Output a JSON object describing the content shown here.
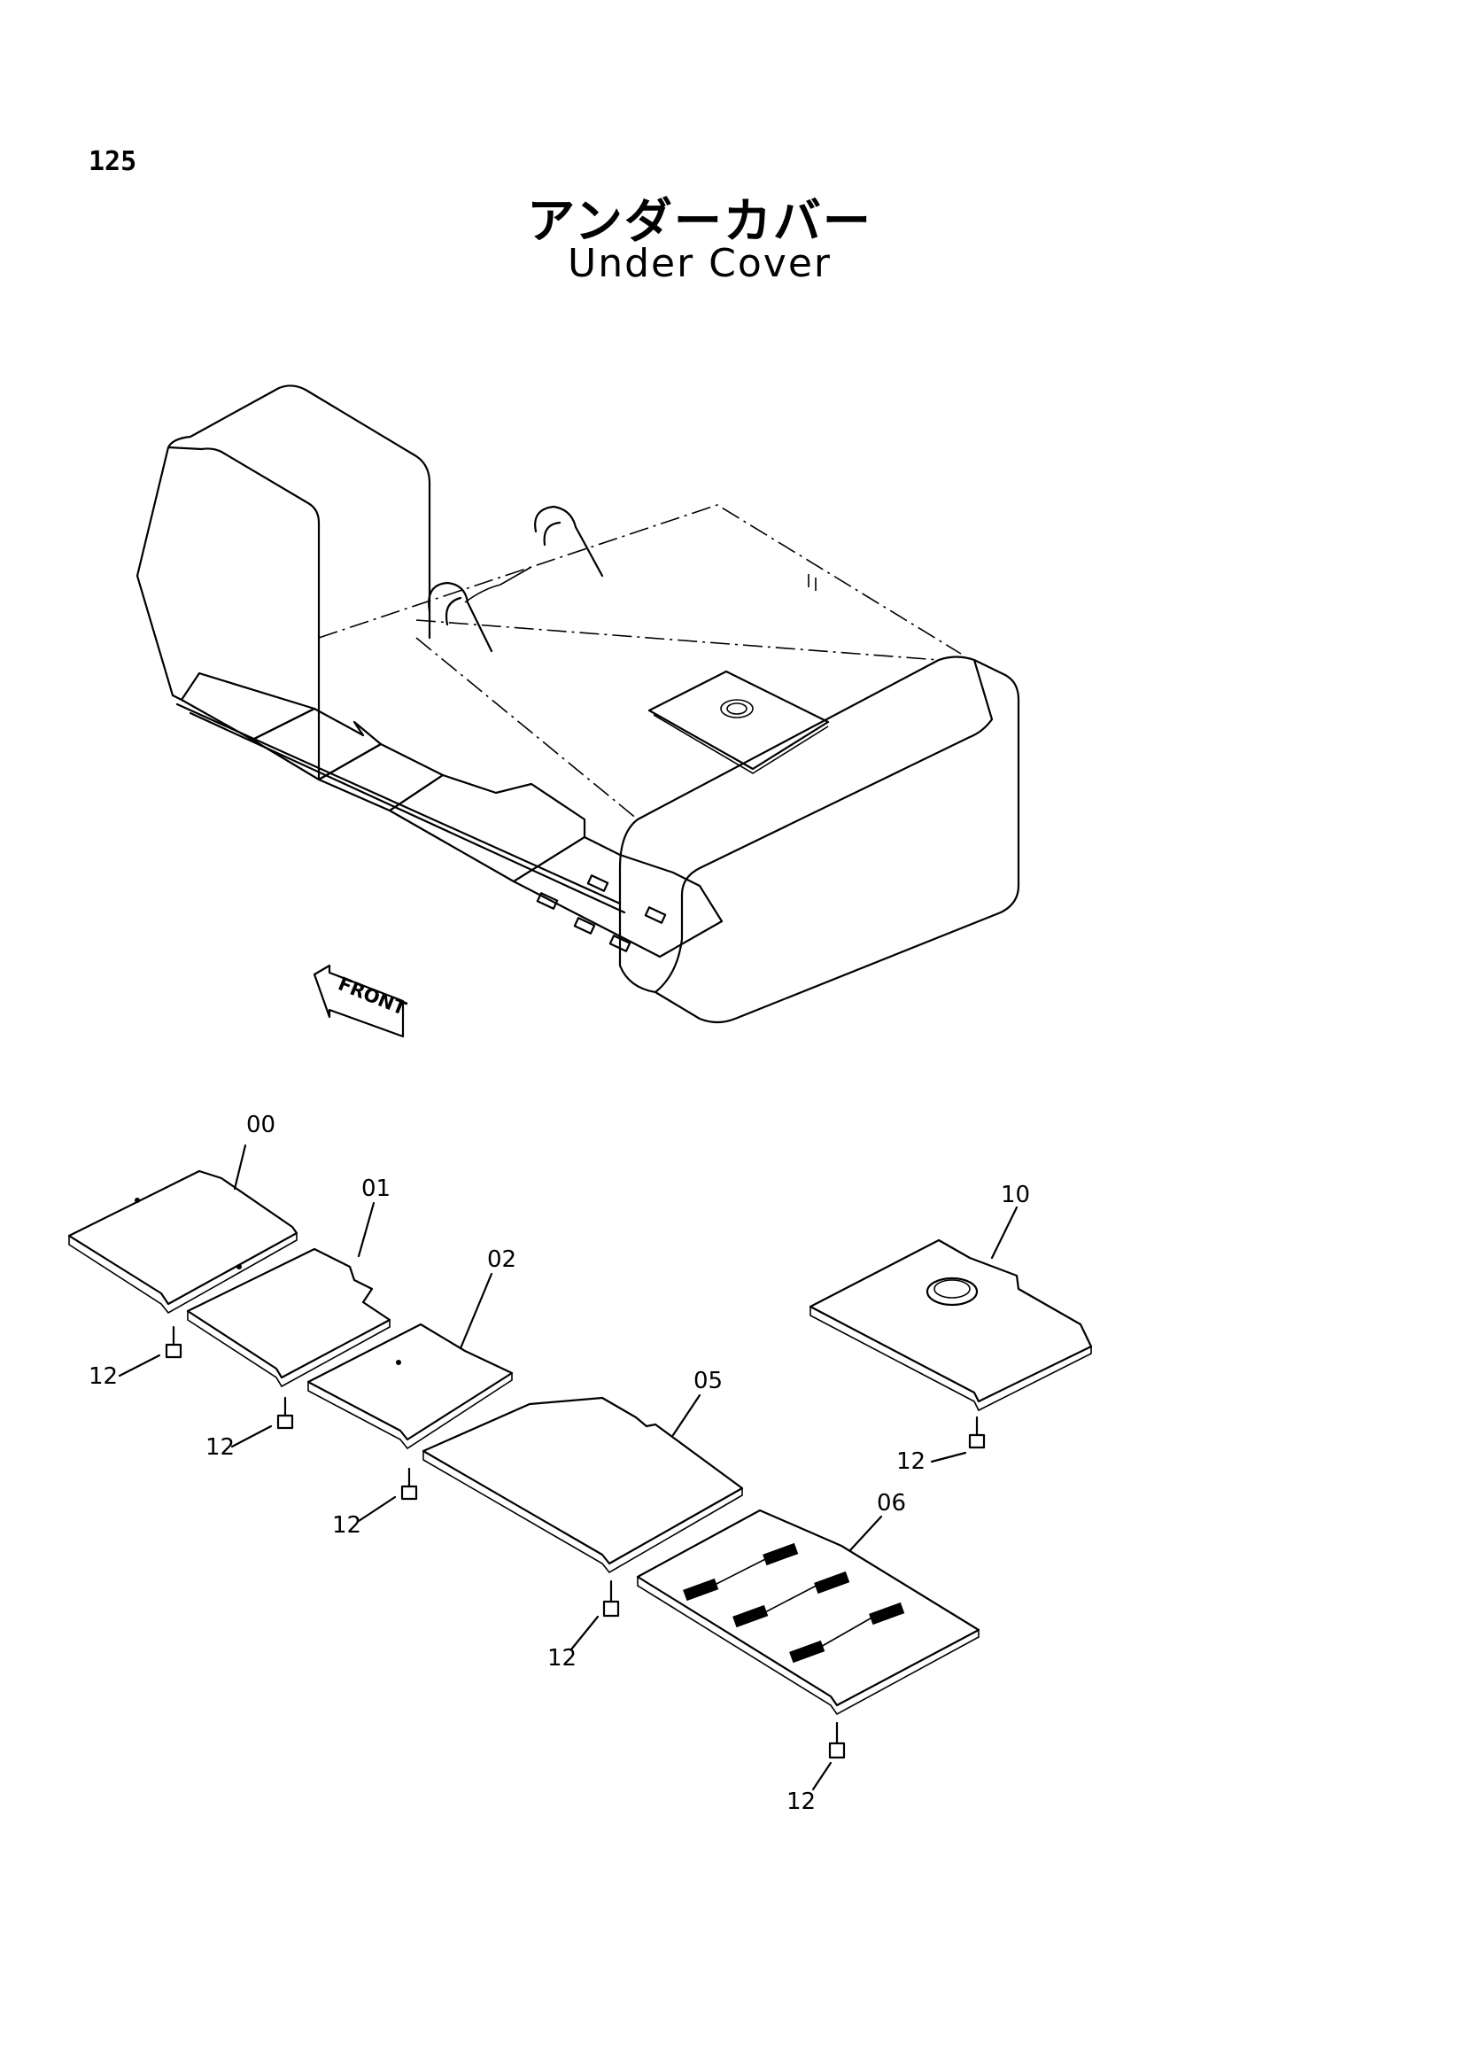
{
  "page_number": "125",
  "title_jp": "アンダーカバー",
  "title_en": "Under Cover",
  "front_arrow_label": "FRONT",
  "callouts": {
    "p00": "00",
    "p01": "01",
    "p02": "02",
    "p05": "05",
    "p06": "06",
    "p10": "10",
    "p12": "12"
  }
}
